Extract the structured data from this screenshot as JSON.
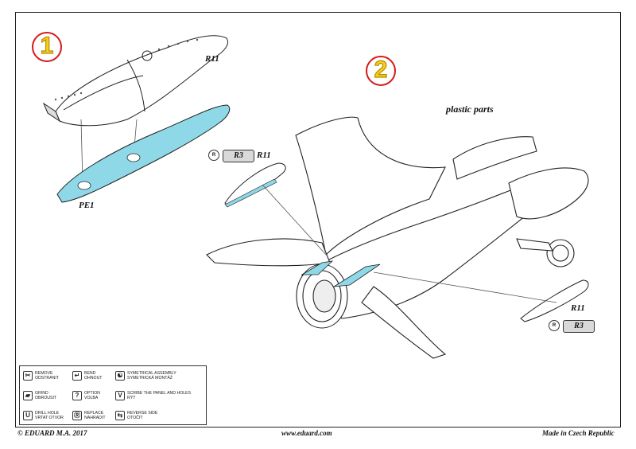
{
  "steps": {
    "step1": "1",
    "step2": "2"
  },
  "labels": {
    "r11_top": "R11",
    "pe1": "PE1",
    "plastic_parts": "plastic parts",
    "r3_left": "R3",
    "r11_left": "R11",
    "r11_right": "R11",
    "r3_right": "R3"
  },
  "legend": {
    "remove": [
      "REMOVE",
      "ODSTRANIT"
    ],
    "bend": [
      "BEND",
      "OHNOUT"
    ],
    "symmetrical": [
      "SYMETRICAL ASSEMBLY",
      "SYMETRICKÁ MONTÁŽ"
    ],
    "grind": [
      "GRIND",
      "OBROUSIT"
    ],
    "option": [
      "OPTION",
      "VOLBA"
    ],
    "scribe": [
      "SCRIBE THE PANEL AND HOLES",
      "RÝT"
    ],
    "drill": [
      "DRILL HOLE",
      "VRTAT OTVOR"
    ],
    "replace": [
      "REPLACE",
      "NAHRADIT"
    ],
    "reverse": [
      "REVERSE SIDE",
      "OTOČIT"
    ]
  },
  "footer": {
    "left": "© EDUARD  M.A. 2017",
    "mid": "www.eduard.com",
    "right": "Made in Czech Republic"
  },
  "colors": {
    "etch": "#8fd8e8",
    "circle": "#d41a1a",
    "number": "#f4d21a"
  },
  "icons": {
    "remove": "knife-icon",
    "bend": "bend-icon",
    "symmetrical": "yin-yang-icon",
    "grind": "file-icon",
    "option": "question-icon",
    "scribe": "scribe-icon",
    "drill": "drill-icon",
    "replace": "replace-icon",
    "reverse": "flip-icon"
  }
}
